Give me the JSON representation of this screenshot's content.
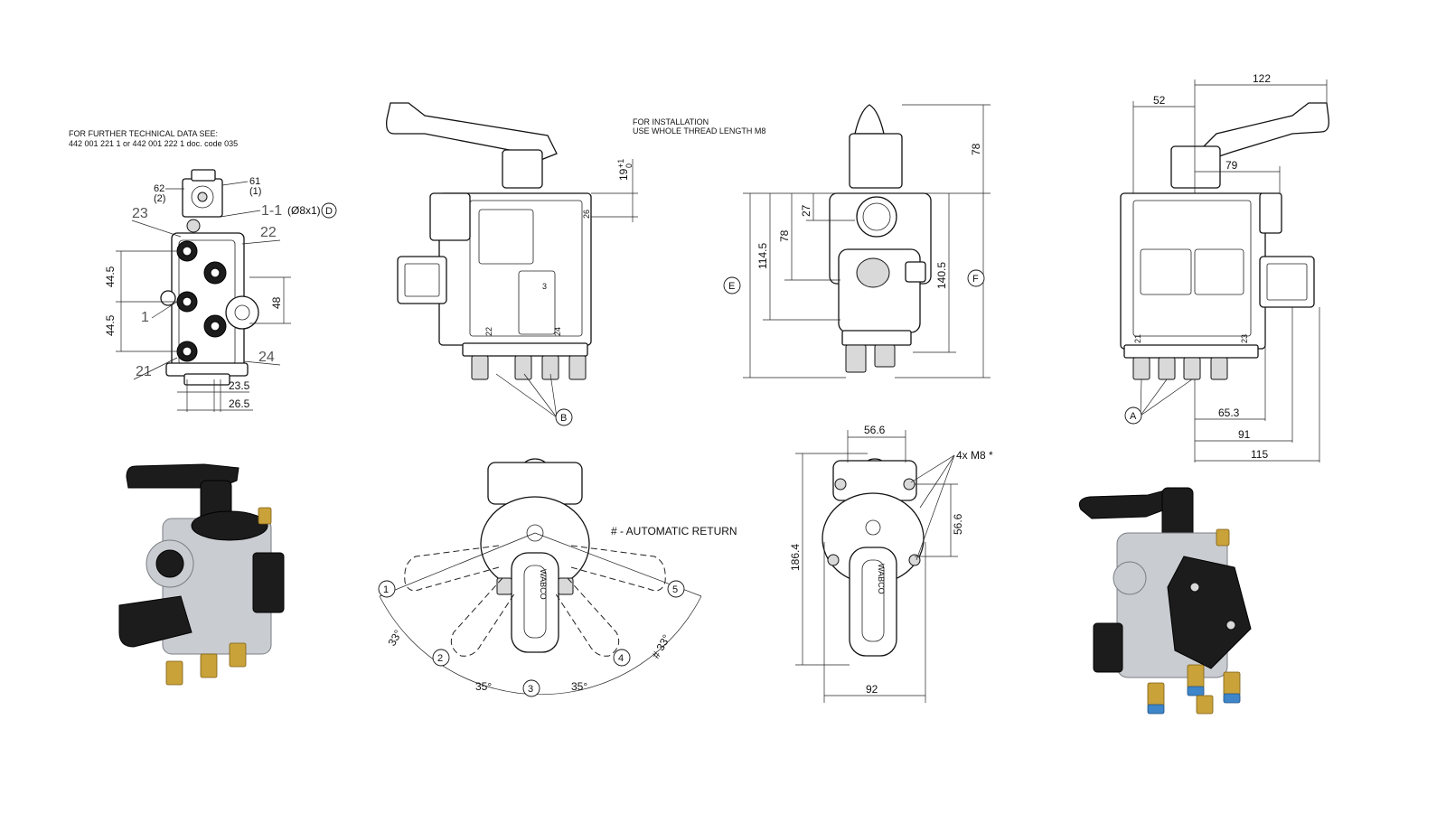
{
  "notes": {
    "tech_data_1": "FOR FURTHER TECHNICAL DATA SEE:",
    "tech_data_2": "442 001 221 1 or 442 001 222 1 doc. code 035",
    "install_1": "FOR INSTALLATION",
    "install_2": "USE WHOLE THREAD LENGTH M8",
    "auto_return": "# - AUTOMATIC RETURN",
    "mount_threads": "4x M8 *",
    "brand": "WABCO"
  },
  "view1": {
    "port_62": "62",
    "port_62_sub": "(2)",
    "port_61": "61",
    "port_61_sub": "(1)",
    "port_1_1": "1-1",
    "thread": "(Ø8x1)",
    "ref_d": "D",
    "port_23": "23",
    "port_22": "22",
    "port_1": "1",
    "port_21": "21",
    "port_24": "24",
    "dim_44_5_top": "44.5",
    "dim_44_5_bottom": "44.5",
    "dim_48": "48",
    "dim_23_5": "23.5",
    "dim_26_5": "26.5"
  },
  "view2": {
    "dim_19": "19",
    "dim_19_tol": "+1",
    "dim_19_tol2": "0",
    "ref_b": "B",
    "mark_3": "3",
    "mark_22": "22",
    "mark_24": "24",
    "mark_26": "26"
  },
  "view3": {
    "dim_78_top": "78",
    "dim_27": "27",
    "dim_78_mid": "78",
    "dim_114_5": "114.5",
    "dim_140_5": "140.5",
    "ref_e": "E",
    "ref_f": "F"
  },
  "view4": {
    "dim_122": "122",
    "dim_52": "52",
    "dim_79": "79",
    "dim_65_3": "65.3",
    "dim_91": "91",
    "dim_115": "115",
    "ref_a": "A",
    "mark_21": "21",
    "mark_23": "23"
  },
  "view5": {
    "pos_1": "1",
    "pos_2": "2",
    "pos_3": "3",
    "pos_4": "4",
    "pos_5": "5",
    "angle_33_left": "33°",
    "angle_35_left": "35°",
    "angle_35_right": "35°",
    "angle_33_right": "# 33°"
  },
  "view6": {
    "dim_56_6_top": "56.6",
    "dim_56_6_side": "56.6",
    "dim_186_4": "186.4",
    "dim_92": "92"
  }
}
